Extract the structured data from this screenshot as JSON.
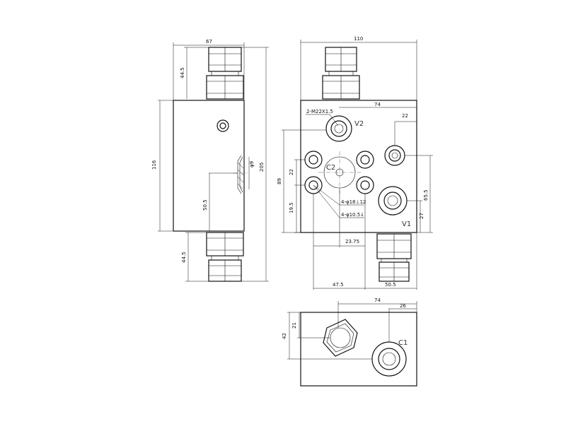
{
  "dimensions": {
    "side_width": "67",
    "side_height": "116",
    "side_total": "205",
    "side_top_fitting": "44.5",
    "side_bottom_fitting": "44.5",
    "side_offset": "50.5",
    "side_hole": "φ9",
    "front_width": "110",
    "front_inner_width": "74",
    "front_height": "89",
    "front_port_spacing": "22",
    "front_right_offset": "22",
    "front_v1_height": "65.5",
    "front_v1_low": "27",
    "front_c2_low": "19.5",
    "front_c2_spacing": "22",
    "front_bottom_center": "23.75",
    "front_bottom_left": "47.5",
    "front_bottom_right": "50.5",
    "thread_callout": "2-M22X1.5",
    "hole_callout_1": "4-φ18⊥12",
    "hole_callout_2": "4-φ10.5↓",
    "bottom_width": "74",
    "bottom_offset": "26",
    "bottom_height": "42",
    "bottom_nut_offset": "21"
  },
  "ports": {
    "v2": "V2",
    "v1": "V1",
    "c2": "C2",
    "c1": "C1"
  }
}
